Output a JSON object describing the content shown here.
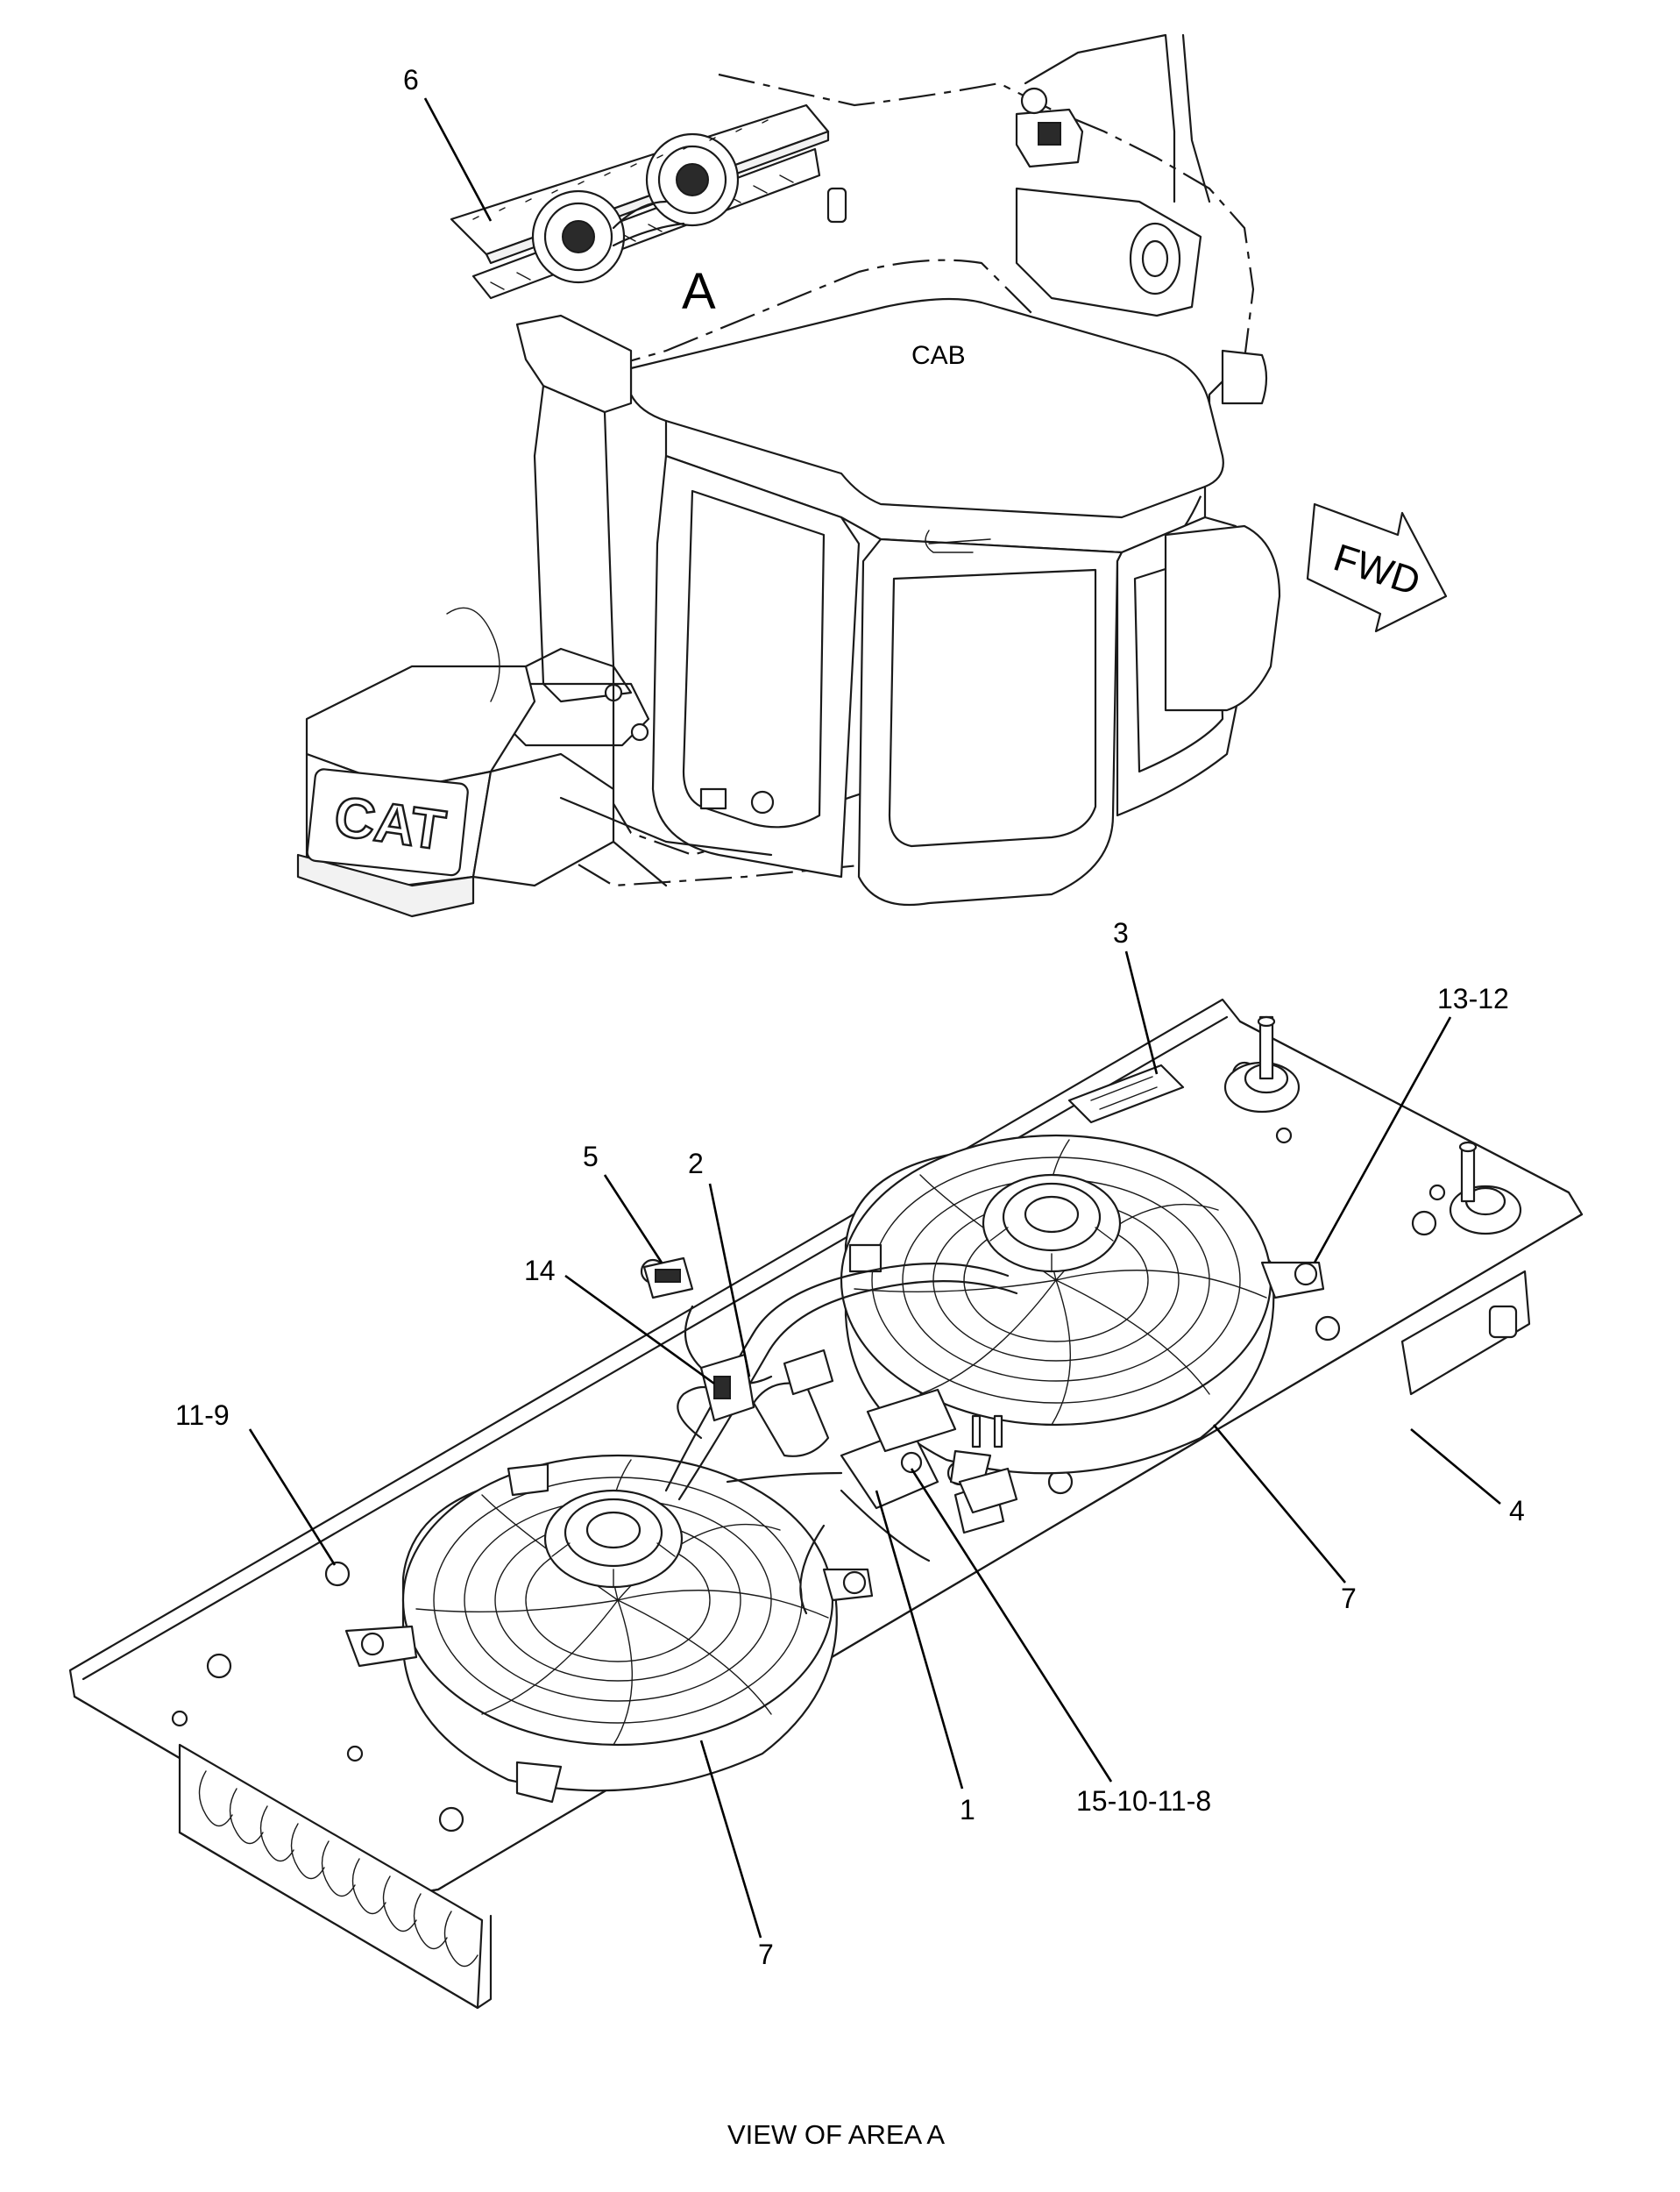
{
  "labels": {
    "area_letter": "A",
    "cab": "CAB",
    "fwd": "FWD",
    "cat_logo": "CAT",
    "view_title": "VIEW OF AREA  A"
  },
  "callouts": [
    "6",
    "3",
    "13-12",
    "5",
    "2",
    "14",
    "11-9",
    "4",
    "7",
    "1",
    "15-10-11-8",
    "7"
  ]
}
